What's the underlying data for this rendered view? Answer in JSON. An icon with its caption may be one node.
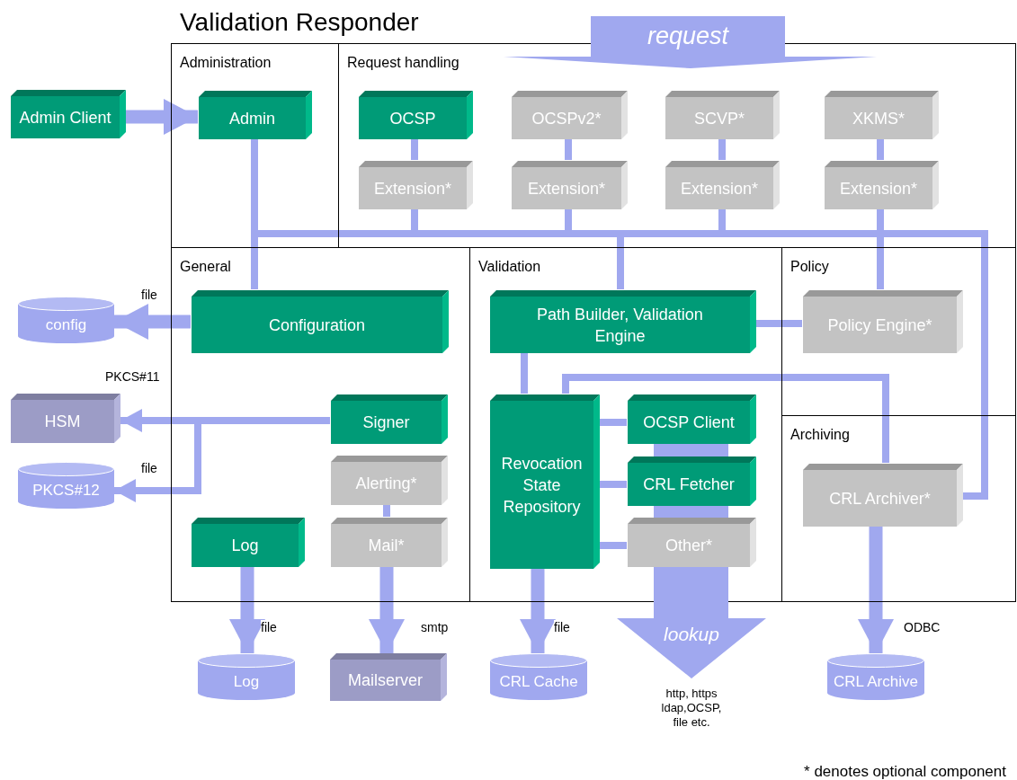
{
  "diagram": {
    "title": "Validation Responder",
    "nodes": [
      {
        "text": [
          "Administration"
        ]
      },
      {
        "text": [
          "Admin"
        ],
        "in": 0
      },
      {
        "text": [
          "Request handling"
        ]
      },
      {
        "text": [
          "OCSP"
        ],
        "in": 2
      },
      {
        "text": [
          "OCSPv2*"
        ],
        "in": 2
      },
      {
        "text": [
          "SCVP*"
        ],
        "in": 2
      },
      {
        "text": [
          "XKMS*"
        ],
        "in": 2
      },
      {
        "text": [
          "Extension*"
        ],
        "in": 2
      },
      {
        "text": [
          "Extension*"
        ],
        "in": 2
      },
      {
        "text": [
          "Extension*"
        ],
        "in": 2
      },
      {
        "text": [
          "Extension*"
        ],
        "in": 2
      },
      {
        "text": [
          "General"
        ]
      },
      {
        "text": [
          "Configuration"
        ],
        "in": 11
      },
      {
        "text": [
          "Signer"
        ],
        "in": 11
      },
      {
        "text": [
          "Alerting*"
        ],
        "in": 11
      },
      {
        "text": [
          "Log"
        ],
        "in": 11
      },
      {
        "text": [
          "Mail*"
        ],
        "in": 11
      },
      {
        "text": [
          "Validation"
        ]
      },
      {
        "text": [
          "Path Builder, Validation Engine"
        ],
        "in": 17
      },
      {
        "text": [
          "Revocation State Repository"
        ],
        "in": 17
      },
      {
        "text": [
          "OCSP Client"
        ],
        "in": 17
      },
      {
        "text": [
          "CRL Fetcher"
        ],
        "in": 17
      },
      {
        "text": [
          "Other*"
        ],
        "in": 17
      },
      {
        "text": [
          "Policy"
        ]
      },
      {
        "text": [
          "Policy Engine*"
        ],
        "in": 23
      },
      {
        "text": [
          "Archiving"
        ]
      },
      {
        "text": [
          "CRL Archiver*"
        ],
        "in": 25
      },
      {
        "text": [
          "request"
        ]
      },
      {
        "text": [
          "Admin Client"
        ]
      },
      {
        "text": [
          "config"
        ]
      },
      {
        "text": [
          "HSM"
        ]
      },
      {
        "text": [
          "PKCS#12"
        ]
      },
      {
        "text": [
          "Log"
        ]
      },
      {
        "text": [
          "Mailserver"
        ]
      },
      {
        "text": [
          "CRL Cache"
        ]
      },
      {
        "text": [
          "lookup"
        ],
        "beside": [
          "http, https ldap,OCSP, file etc."
        ]
      },
      {
        "text": [
          "CRL Archive"
        ]
      }
    ],
    "edges": [
      {
        "from": 28,
        "to": 1,
        "arrow": "to",
        "style": "thick"
      },
      {
        "from": 1,
        "to": 12,
        "arrow": "none"
      },
      {
        "from": 3,
        "to": 7,
        "arrow": "none"
      },
      {
        "from": 4,
        "to": 8,
        "arrow": "none"
      },
      {
        "from": 5,
        "to": 9,
        "arrow": "none"
      },
      {
        "from": 6,
        "to": 10,
        "arrow": "none"
      },
      {
        "from": 7,
        "to": 18,
        "arrow": "none"
      },
      {
        "from": 8,
        "to": 18,
        "arrow": "none"
      },
      {
        "from": 9,
        "to": 18,
        "arrow": "none"
      },
      {
        "from": 10,
        "to": 24,
        "arrow": "none"
      },
      {
        "from": 1,
        "to": 18,
        "arrow": "none"
      },
      {
        "from": 1,
        "to": 26,
        "arrow": "none"
      },
      {
        "from": 18,
        "to": 24,
        "arrow": "none"
      },
      {
        "from": 18,
        "to": 19,
        "arrow": "none"
      },
      {
        "from": 19,
        "to": 26,
        "arrow": "none"
      },
      {
        "from": 19,
        "to": 20,
        "arrow": "none"
      },
      {
        "from": 19,
        "to": 21,
        "arrow": "none"
      },
      {
        "from": 19,
        "to": 22,
        "arrow": "none"
      },
      {
        "from": 14,
        "to": 16,
        "arrow": "none"
      },
      {
        "from": 12,
        "to": 29,
        "arrow": "to",
        "style": "thick",
        "label": "file"
      },
      {
        "from": 13,
        "to": 30,
        "arrow": "to",
        "label": "PKCS#11"
      },
      {
        "from": 13,
        "to": 31,
        "arrow": "to",
        "label": "file"
      },
      {
        "from": 15,
        "to": 32,
        "arrow": "to",
        "style": "thick",
        "label": "file"
      },
      {
        "from": 16,
        "to": 33,
        "arrow": "to",
        "style": "thick",
        "label": "smtp"
      },
      {
        "from": 19,
        "to": 34,
        "arrow": "to",
        "style": "thick",
        "label": "file"
      },
      {
        "from": 26,
        "to": 36,
        "arrow": "to",
        "style": "thick",
        "label": "ODBC"
      }
    ],
    "labels": [
      "* denotes optional component"
    ]
  }
}
